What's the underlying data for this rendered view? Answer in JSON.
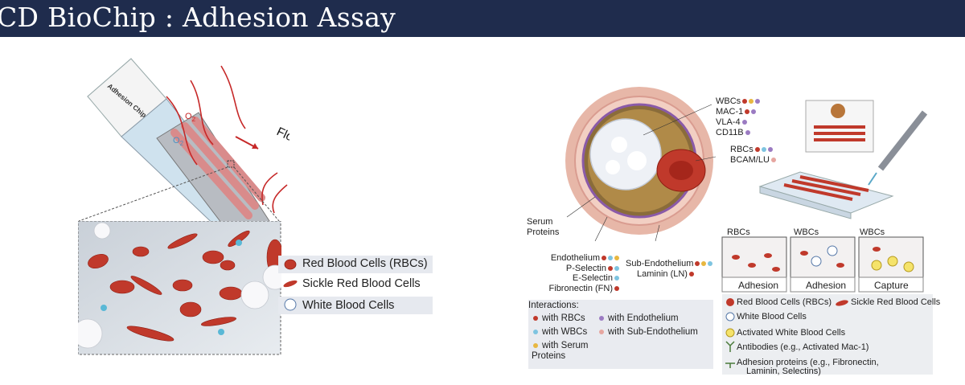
{
  "title": "CD BioChip : Adhesion Assay",
  "left": {
    "chip_label": "Adhesion Chip",
    "o2_top": "O",
    "o2_top_sub": "2",
    "o2_side": "O",
    "o2_side_sub": "2",
    "flow_label": "Flow",
    "legend": [
      {
        "label": "Red Blood Cells (RBCs)"
      },
      {
        "label": "Sickle Red Blood Cells"
      },
      {
        "label": "White Blood Cells"
      }
    ]
  },
  "center": {
    "wbcs_list": [
      "WBCs",
      "MAC-1",
      "VLA-4",
      "CD11B"
    ],
    "rbcs_list": [
      "RBCs",
      "BCAM/LU"
    ],
    "serum": [
      "Serum",
      "Proteins"
    ],
    "endothelium_list": [
      "Endothelium",
      "P-Selectin",
      "E-Selectin",
      "Fibronectin (FN)"
    ],
    "sub_endothelium_list": [
      "Sub-Endothelium",
      "Laminin (LN)"
    ],
    "interactions_title": "Interactions:",
    "interactions": [
      {
        "label": "with RBCs",
        "color": "#c0392b"
      },
      {
        "label": "with Endothelium",
        "color": "#9b7bc2"
      },
      {
        "label": "with WBCs",
        "color": "#7ec4e0"
      },
      {
        "label": "with Sub-Endothelium",
        "color": "#e6a6a0"
      },
      {
        "label": "with Serum Proteins",
        "color": "#e8b740"
      }
    ]
  },
  "right": {
    "panels": [
      {
        "top": "RBCs",
        "bottom": "Adhesion"
      },
      {
        "top": "WBCs",
        "bottom": "Adhesion"
      },
      {
        "top": "WBCs",
        "bottom": "Capture"
      }
    ],
    "legend": {
      "rbc": "Red Blood Cells (RBCs)",
      "sickle": "Sickle Red Blood Cells",
      "wbc": "White Blood Cells",
      "activated": "Activated White Blood Cells",
      "antibodies": "Antibodies (e.g., Activated Mac-1)",
      "adhesion_proteins_1": "Adhesion proteins (e.g., Fibronectin,",
      "adhesion_proteins_2": "Laminin, Selectins)"
    }
  },
  "colors": {
    "header_bg": "#1f2c4d",
    "rbc_red": "#c0392b",
    "legend_bg": "#e6e9ef"
  }
}
